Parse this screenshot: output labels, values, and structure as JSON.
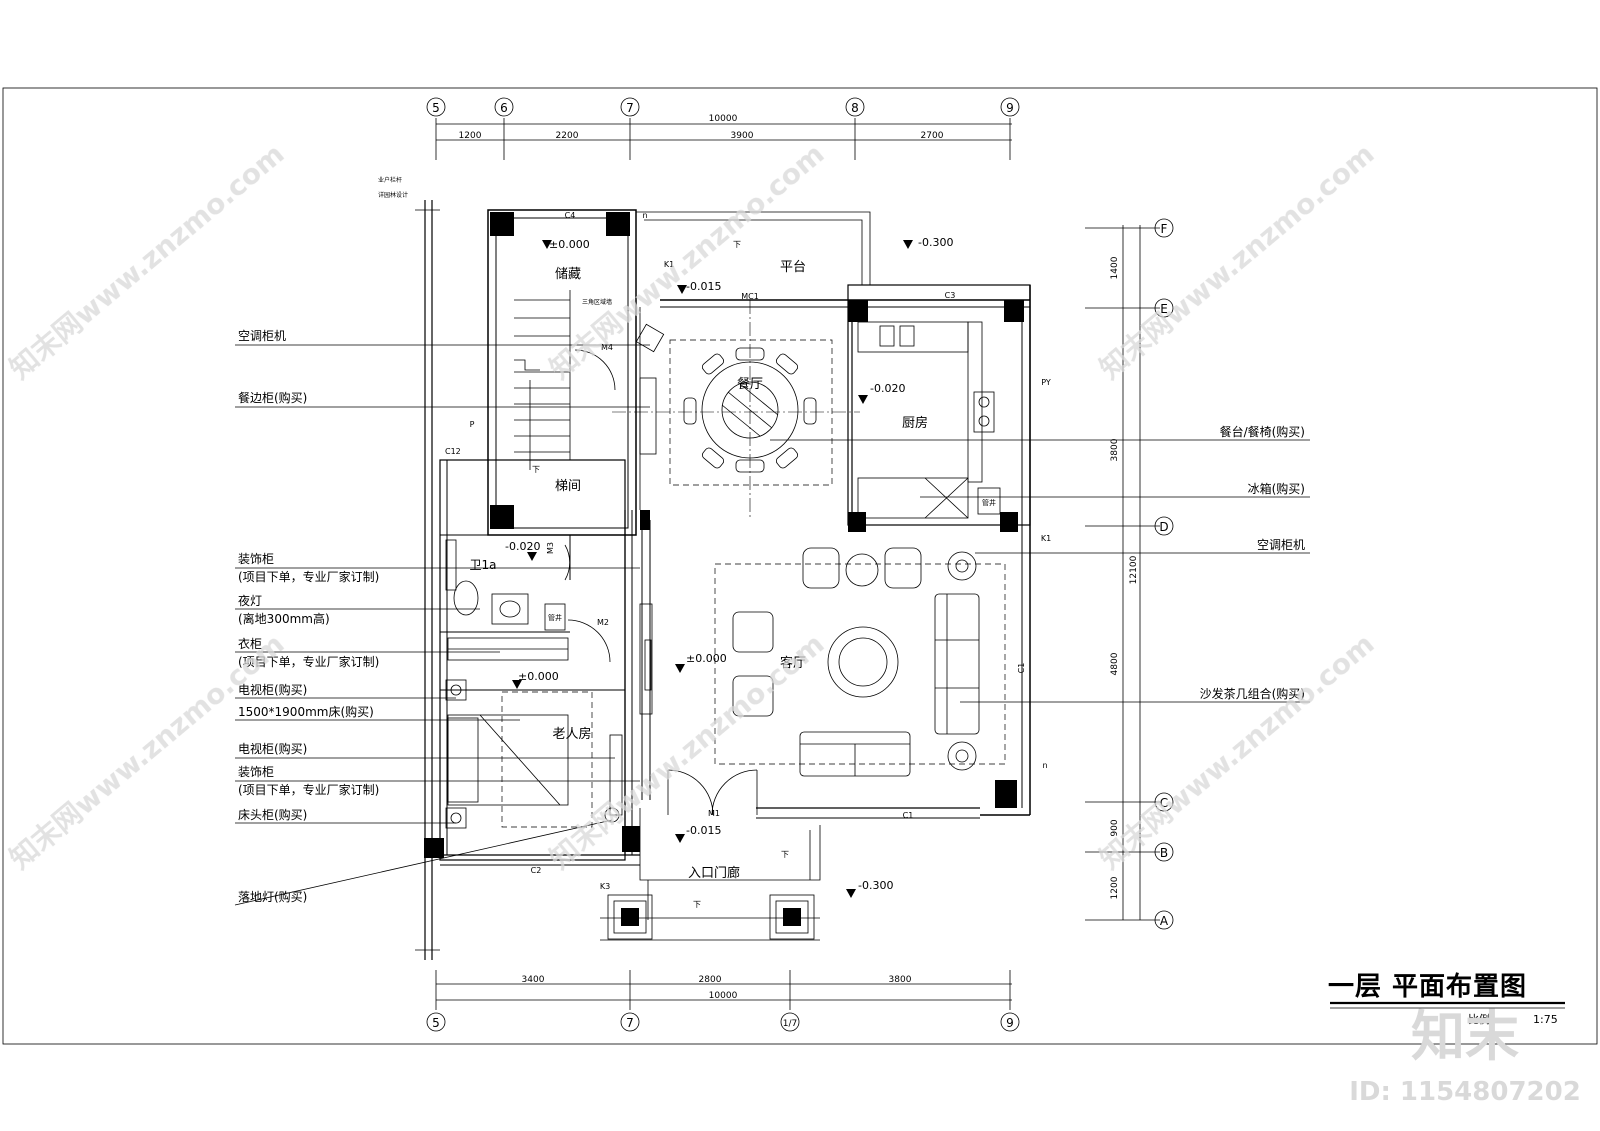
{
  "title": "一层  平面布置图",
  "scale_label": "比例",
  "scale_value": "1:75",
  "watermark": {
    "brand": "知末",
    "id_text": "ID: 1154807202",
    "site_text": "知末网www.znzmo.com"
  },
  "grid_top": {
    "axes": [
      "5",
      "6",
      "7",
      "8",
      "9"
    ],
    "total": "10000",
    "segments": [
      "1200",
      "2200",
      "3900",
      "2700"
    ]
  },
  "grid_bottom": {
    "axes": [
      "5",
      "7",
      "1/7",
      "9"
    ],
    "total": "10000",
    "segments": [
      "3400",
      "2800",
      "3800"
    ]
  },
  "grid_right": {
    "axes": [
      "F",
      "E",
      "D",
      "C",
      "B",
      "A"
    ],
    "total": "12100",
    "segments": [
      "1400",
      "3800",
      "4800",
      "900",
      "1200"
    ]
  },
  "rooms": {
    "storage": "储藏",
    "terrace": "平台",
    "dining": "餐厅",
    "kitchen": "厨房",
    "stair": "梯间",
    "bath": "卫1a",
    "living": "客厅",
    "elder": "老人房",
    "entry": "入口门廊"
  },
  "levels": {
    "storage": "±0.000",
    "terrace": "-0.300",
    "k1": "-0.015",
    "kitchen": "-0.020",
    "bath": "-0.020",
    "living": "±0.000",
    "elder": "±0.000",
    "entry": "-0.015",
    "outside": "-0.300"
  },
  "tags": {
    "c4": "C4",
    "c3": "C3",
    "c2": "C2",
    "c1_bottom": "C1",
    "c1_side": "C1",
    "c12": "C12",
    "mc1": "MC1",
    "m1": "M1",
    "m2": "M2",
    "m3": "M3",
    "m4": "M4",
    "k1_a": "K1",
    "k1_b": "K1",
    "k3": "K3",
    "py": "PY",
    "p": "P",
    "n_top": "n",
    "n_side": "n",
    "zone_note": "三角区域墙",
    "shaft_a": "管井",
    "shaft_b": "管井",
    "rail_note_1": "业户栏杆",
    "rail_note_2": "详园林设计",
    "down": "下"
  },
  "left_annotations": [
    {
      "line1": "空调柜机",
      "line2": ""
    },
    {
      "line1": "餐边柜(购买)",
      "line2": ""
    },
    {
      "line1": "装饰柜",
      "line2": "(项目下单，专业厂家订制)"
    },
    {
      "line1": "夜灯",
      "line2": "(离地300mm高)"
    },
    {
      "line1": "衣柜",
      "line2": "(项目下单，专业厂家订制)"
    },
    {
      "line1": "电视柜(购买)",
      "line2": ""
    },
    {
      "line1": "1500*1900mm床(购买)",
      "line2": ""
    },
    {
      "line1": "电视柜(购买)",
      "line2": ""
    },
    {
      "line1": "装饰柜",
      "line2": "(项目下单，专业厂家订制)"
    },
    {
      "line1": "床头柜(购买)",
      "line2": ""
    },
    {
      "line1": "落地灯(购买)",
      "line2": ""
    }
  ],
  "right_annotations": [
    {
      "line1": "餐台/餐椅(购买)"
    },
    {
      "line1": "冰箱(购买)"
    },
    {
      "line1": "空调柜机"
    },
    {
      "line1": "沙发茶几组合(购买)"
    }
  ]
}
